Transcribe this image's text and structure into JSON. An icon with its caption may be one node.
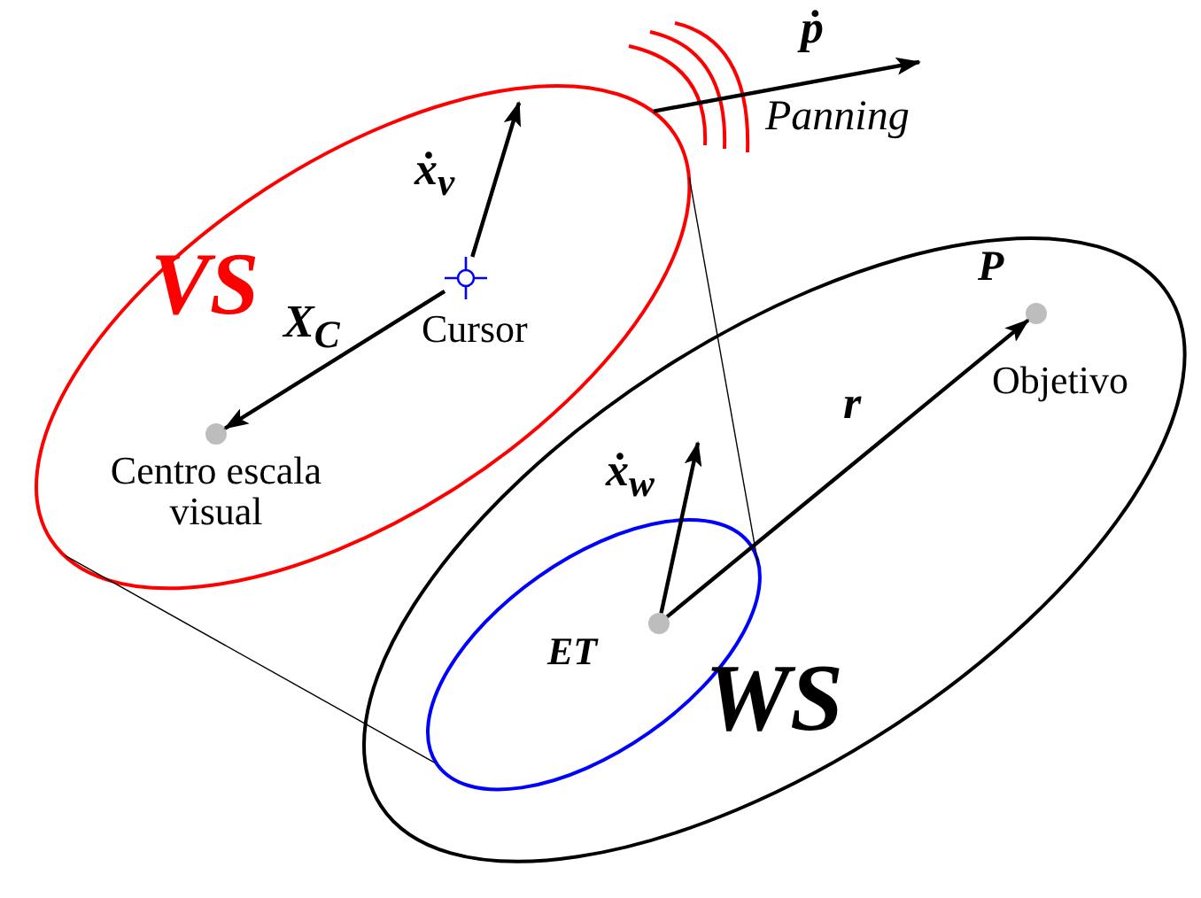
{
  "diagram": {
    "nodes": [
      {
        "text": [
          "VS"
        ]
      },
      {
        "text": [
          "Cursor"
        ],
        "in": 0
      },
      {
        "text": [
          "Centro escala visual"
        ],
        "in": 0
      },
      {
        "text": [
          "WS"
        ]
      },
      {
        "text": [
          "ET"
        ],
        "in": 3
      },
      {
        "text": [],
        "shape": "circle",
        "in": 4
      },
      {
        "text": [
          "P",
          "Objetivo"
        ],
        "in": 3
      }
    ],
    "edges": [
      {
        "from": 1,
        "to": 2,
        "arrow": "to",
        "label": "X$_{C}$"
      },
      {
        "from": 5,
        "to": 6,
        "arrow": "to",
        "label": "r"
      },
      {
        "from": 1,
        "to": null,
        "arrow": "to",
        "label": "ẋ$_{v}$"
      },
      {
        "from": 5,
        "to": null,
        "arrow": "to",
        "label": "ẋ$_{w}$"
      },
      {
        "from": 0,
        "to": null,
        "arrow": "to",
        "label": "ṗ"
      },
      {
        "from": 0,
        "to": 4,
        "arrow": "none"
      },
      {
        "from": 0,
        "to": 4,
        "arrow": "none"
      }
    ],
    "labels": [
      "Panning"
    ]
  }
}
